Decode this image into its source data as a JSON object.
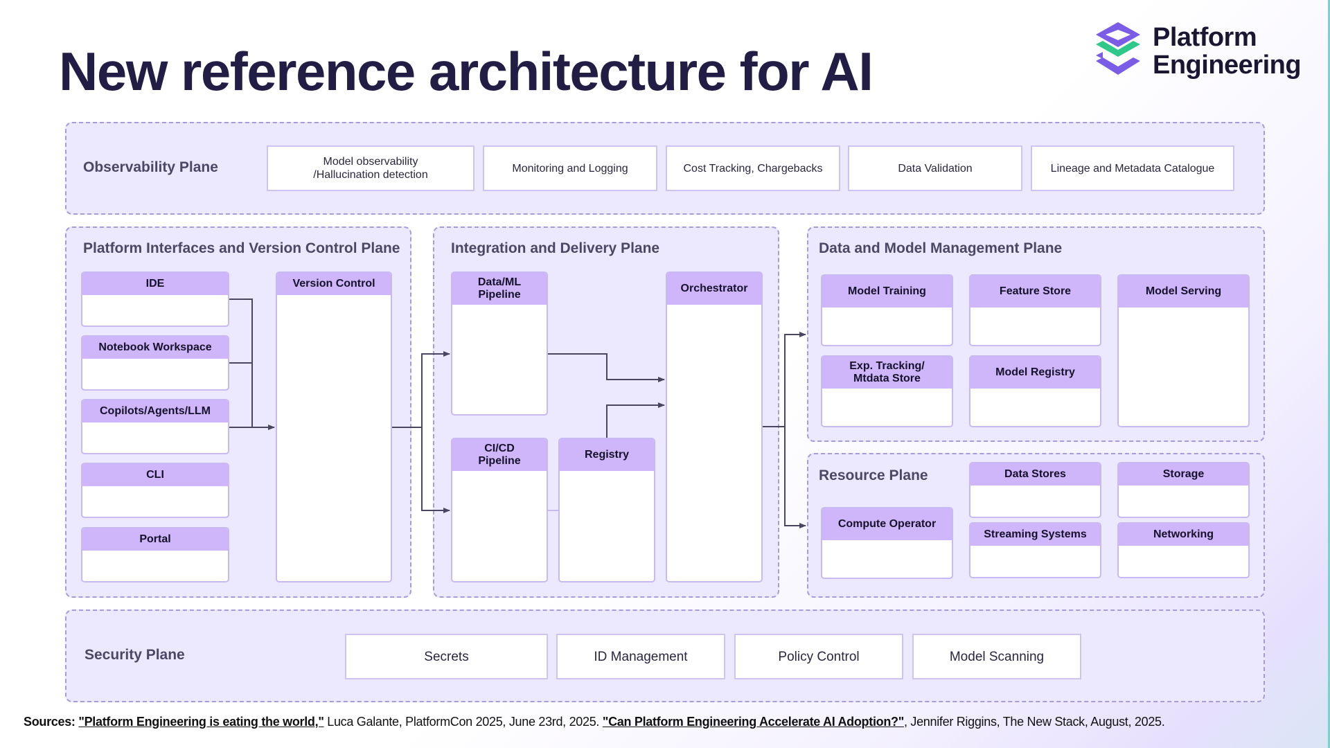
{
  "title": "New reference architecture for AI",
  "logo": {
    "line1": "Platform",
    "line2": "Engineering",
    "colors": {
      "purple": "#7b5ce6",
      "green": "#2ec88a"
    }
  },
  "observability": {
    "title": "Observability Plane",
    "items": [
      "Model observability\n/Hallucination detection",
      "Monitoring and Logging",
      "Cost Tracking, Chargebacks",
      "Data Validation",
      "Lineage and Metadata Catalogue"
    ]
  },
  "interfaces": {
    "title": "Platform Interfaces and Version Control Plane",
    "items": [
      "IDE",
      "Notebook Workspace",
      "Copilots/Agents/LLM",
      "CLI",
      "Portal"
    ],
    "version_control": "Version Control"
  },
  "integration": {
    "title": "Integration and Delivery Plane",
    "data_ml_pipeline": "Data/ML\nPipeline",
    "cicd_pipeline": "CI/CD\nPipeline",
    "registry": "Registry",
    "orchestrator": "Orchestrator"
  },
  "data_model": {
    "title": "Data and Model Management Plane",
    "model_training": "Model Training",
    "feature_store": "Feature Store",
    "model_serving": "Model Serving",
    "exp_tracking": "Exp. Tracking/\nMtdata Store",
    "model_registry": "Model Registry"
  },
  "resource": {
    "title": "Resource Plane",
    "compute_operator": "Compute Operator",
    "data_stores": "Data Stores",
    "storage": "Storage",
    "streaming_systems": "Streaming Systems",
    "networking": "Networking"
  },
  "security": {
    "title": "Security Plane",
    "items": [
      "Secrets",
      "ID Management",
      "Policy Control",
      "Model Scanning"
    ]
  },
  "sources": {
    "label": "Sources:",
    "link1": "\"Platform Engineering is eating the world,\"",
    "text1": " Luca Galante, PlatformCon 2025, June 23rd, 2025. ",
    "link2": "\"Can Platform Engineering Accelerate AI Adoption?\"",
    "text2": ", Jennifer Riggins, The New Stack, August, 2025."
  },
  "colors": {
    "plane_bg": "#ece8fd",
    "plane_border": "#a89bd8",
    "card_header": "#cfb5f9",
    "title_text": "#221d45",
    "connector": "#4a4560"
  }
}
